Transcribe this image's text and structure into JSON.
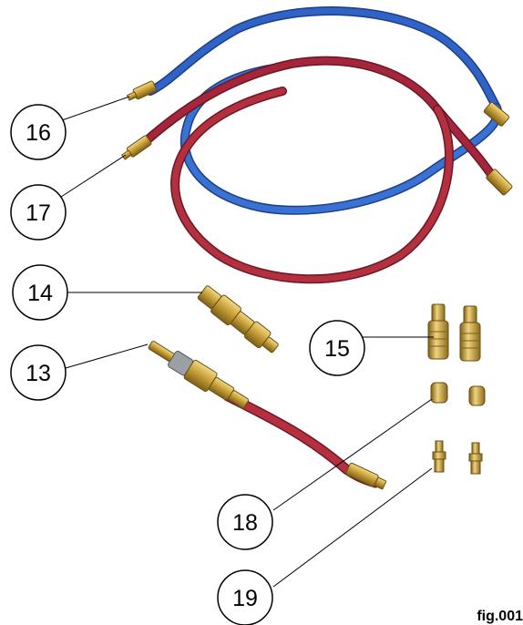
{
  "callouts": {
    "c13": "13",
    "c14": "14",
    "c15": "15",
    "c16": "16",
    "c17": "17",
    "c18": "18",
    "c19": "19"
  },
  "figure_label": "fig.001",
  "colors": {
    "blue_hose": "#2f63c6",
    "red_hose": "#a3263a",
    "brass": "#c9a23a",
    "brass_dark": "#8a6a1c"
  }
}
